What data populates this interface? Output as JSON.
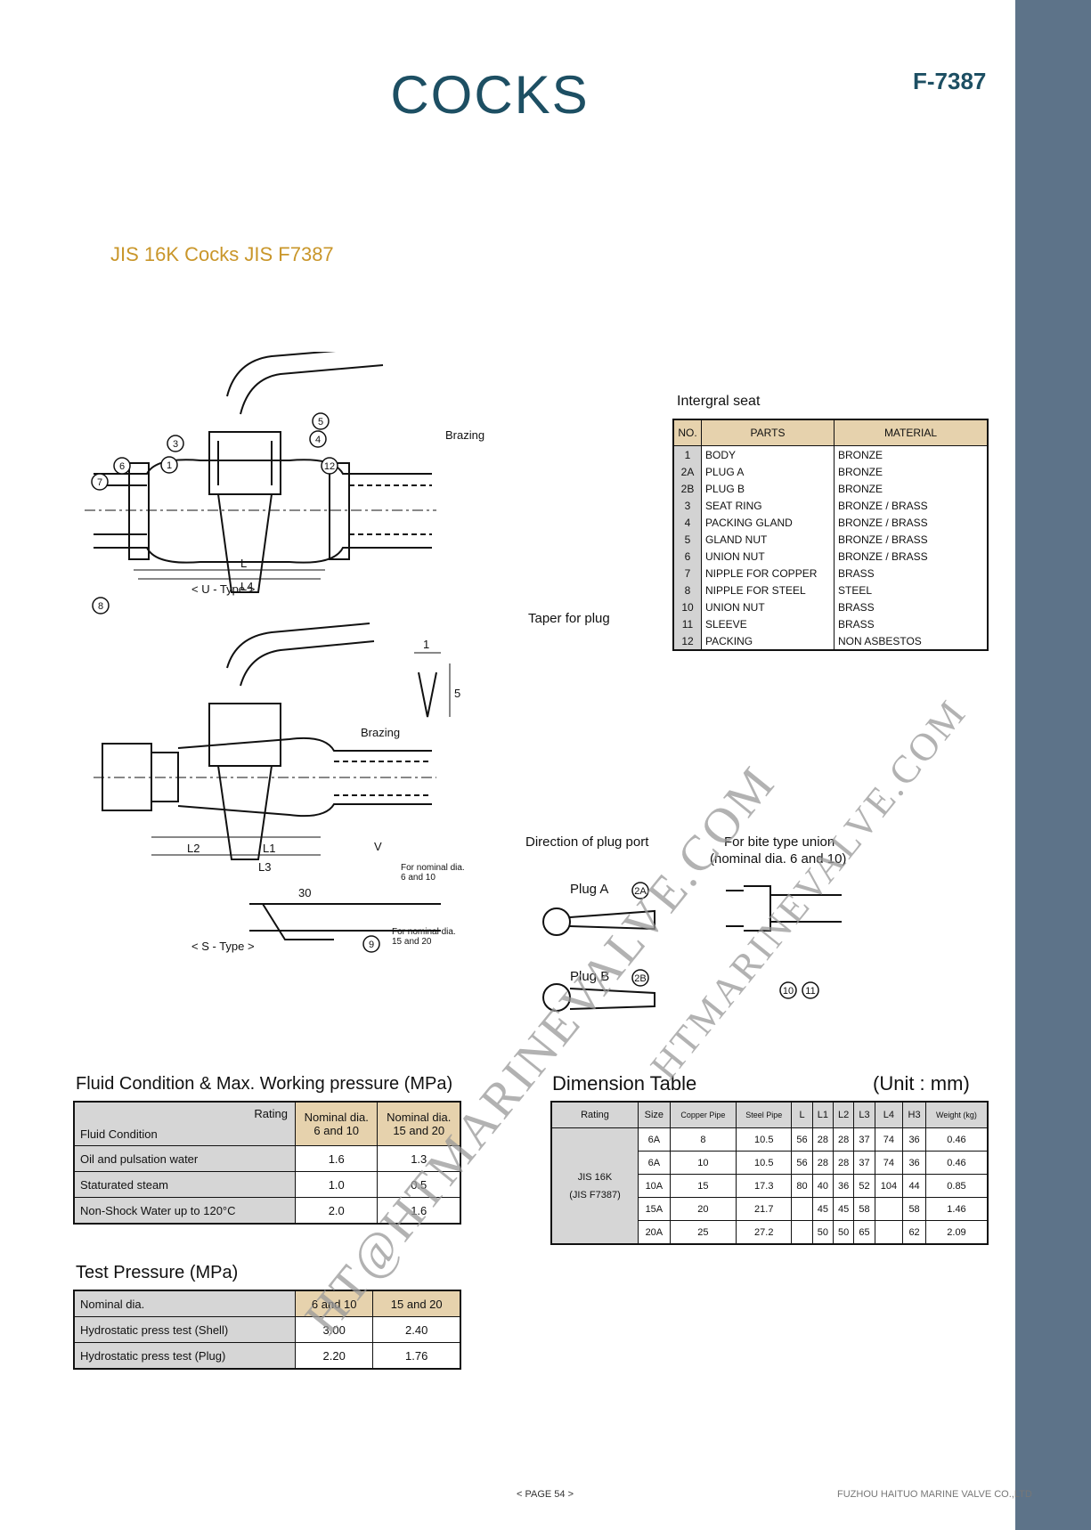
{
  "header": {
    "title": "COCKS",
    "code": "F-7387",
    "subtitle": "JIS 16K Cocks  JIS F7387"
  },
  "parts_table": {
    "caption": "Intergral  seat",
    "headers": [
      "NO.",
      "PARTS",
      "MATERIAL"
    ],
    "rows": [
      [
        "1",
        "BODY",
        "BRONZE"
      ],
      [
        "2A",
        "PLUG A",
        "BRONZE"
      ],
      [
        "2B",
        "PLUG B",
        "BRONZE"
      ],
      [
        "3",
        "SEAT RING",
        "BRONZE / BRASS"
      ],
      [
        "4",
        "PACKING GLAND",
        "BRONZE / BRASS"
      ],
      [
        "5",
        "GLAND NUT",
        "BRONZE / BRASS"
      ],
      [
        "6",
        "UNION NUT",
        "BRONZE / BRASS"
      ],
      [
        "7",
        "NIPPLE FOR COPPER",
        "BRASS"
      ],
      [
        "8",
        "NIPPLE FOR STEEL",
        "STEEL"
      ],
      [
        "10",
        "UNION NUT",
        "BRASS"
      ],
      [
        "11",
        "SLEEVE",
        "BRASS"
      ],
      [
        "12",
        "PACKING",
        "NON ASBESTOS"
      ]
    ]
  },
  "drawing": {
    "u_type": "< U - Type >",
    "s_type": "< S - Type >",
    "brazing": "Brazing",
    "taper": "Taper for plug",
    "direction": "Direction of plug port",
    "bite1": "For bite type union",
    "bite2": "(nominal dia. 6 and 10)",
    "plug_a": "Plug A",
    "plug_b": "Plug B",
    "note_8_1": "For nominal dia.",
    "note_8_2": "6 and 10",
    "note_9_1": "For nominal dia.",
    "note_9_2": "15 and 20",
    "dims": {
      "L": "L",
      "L1": "L1",
      "L2": "L2",
      "L3": "L3",
      "L4": "L4",
      "H3": "30",
      "t1": "1",
      "t5": "5",
      "V": "V"
    },
    "bubbles": [
      "1",
      "2A",
      "2B",
      "3",
      "4",
      "5",
      "6",
      "7",
      "8",
      "9",
      "10",
      "11",
      "12"
    ]
  },
  "fluid": {
    "title": "Fluid Condition & Max. Working pressure (MPa)",
    "rating": "Rating",
    "condition": "Fluid Condition",
    "col1": [
      "Nominal dia.",
      "6 and 10"
    ],
    "col2": [
      "Nominal dia.",
      "15 and 20"
    ],
    "rows": [
      [
        "Oil and pulsation water",
        "1.6",
        "1.3"
      ],
      [
        "Staturated steam",
        "1.0",
        "0.5"
      ],
      [
        "Non-Shock Water up to 120°C",
        "2.0",
        "1.6"
      ]
    ]
  },
  "test": {
    "title": "Test Pressure (MPa)",
    "header": [
      "Nominal dia.",
      "6 and 10",
      "15 and 20"
    ],
    "rows": [
      [
        "Hydrostatic press test (Shell)",
        "3.00",
        "2.40"
      ],
      [
        "Hydrostatic press test (Plug)",
        "2.20",
        "1.76"
      ]
    ]
  },
  "dimension": {
    "title": "Dimension Table",
    "unit": "(Unit  :  mm)",
    "headers": [
      "Rating",
      "Size",
      "Copper Pipe",
      "Steel Pipe",
      "L",
      "L1",
      "L2",
      "L3",
      "L4",
      "H3",
      "Weight (kg)"
    ],
    "rating": [
      "JIS 16K",
      "(JIS F7387)"
    ],
    "rows": [
      [
        "6A",
        "8",
        "10.5",
        "56",
        "28",
        "28",
        "37",
        "74",
        "36",
        "0.46"
      ],
      [
        "6A",
        "10",
        "10.5",
        "56",
        "28",
        "28",
        "37",
        "74",
        "36",
        "0.46"
      ],
      [
        "10A",
        "15",
        "17.3",
        "80",
        "40",
        "36",
        "52",
        "104",
        "44",
        "0.85"
      ],
      [
        "15A",
        "20",
        "21.7",
        "",
        "45",
        "45",
        "58",
        "",
        "58",
        "1.46"
      ],
      [
        "20A",
        "25",
        "27.2",
        "",
        "50",
        "50",
        "65",
        "",
        "62",
        "2.09"
      ]
    ]
  },
  "watermark": {
    "text1": "HT@HTMARINEVALVE.COM",
    "text2": "HTMARINEVALVE.COM"
  },
  "footer": {
    "page": "< PAGE  54 >",
    "company": "FUZHOU HAITUO MARINE VALVE CO.,LTD"
  },
  "colors": {
    "sidebar": "#5d7389",
    "title": "#1d4f63",
    "subtitle": "#c9962a",
    "header_fill": "#e6d2ad",
    "label_fill": "#d6d6d6"
  }
}
